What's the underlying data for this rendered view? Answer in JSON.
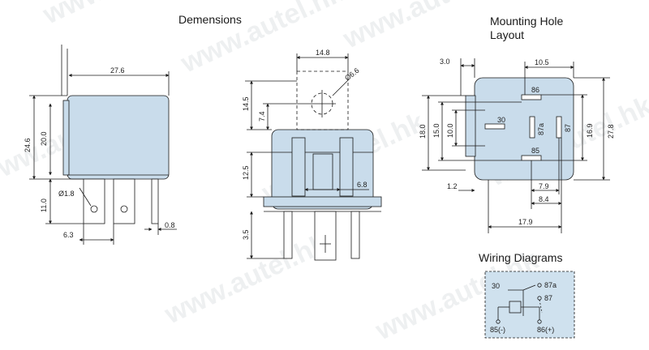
{
  "headings": {
    "dimensions": "Demensions",
    "mounting_line1": "Mounting Hole",
    "mounting_line2": "Layout",
    "wiring": "Wiring Diagrams"
  },
  "watermark": "www.autel.hk",
  "colors": {
    "body_fill": "#c9dceb",
    "line": "#1a1a1a",
    "wiring_fill": "#cfe1ee"
  },
  "side_view": {
    "width": "27.6",
    "height_total": "24.6",
    "height_body": "20.0",
    "pin_length": "11.0",
    "hole": "Ø1.8",
    "pin_offset": "6.3",
    "pin_thickness": "0.8"
  },
  "front_view": {
    "hole_spacing": "14.8",
    "hole_diameter": "Ø6.6",
    "hole_height": "14.5",
    "hole_center": "7.4",
    "body_height": "12.5",
    "pin_width": "6.8",
    "pin_length": "3.5"
  },
  "mounting": {
    "left_offset": "3.0",
    "top_width": "10.5",
    "height_outer": "18.0",
    "height_mid": "15.0",
    "height_inner": "10.0",
    "right_height": "16.9",
    "total_height": "27.8",
    "offset_small": "1.2",
    "dim_79": "7.9",
    "dim_84": "8.4",
    "total_width": "17.9",
    "pins": [
      "86",
      "30",
      "87a",
      "87",
      "85"
    ]
  },
  "wiring": {
    "t30": "30",
    "t87a": "87a",
    "t87": "87",
    "t85": "85(-)",
    "t86": "86(+)"
  }
}
